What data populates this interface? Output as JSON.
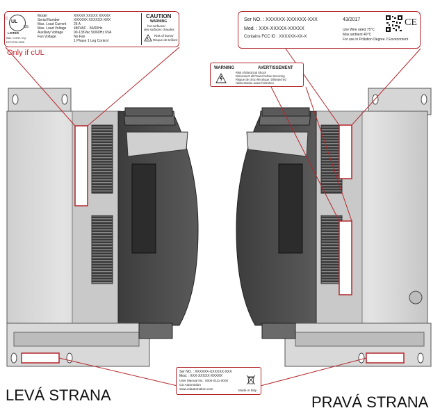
{
  "colors": {
    "accent_red": "#b3262b",
    "device_dark": "#4a4a4a",
    "device_light": "#d9d9d9"
  },
  "cul_label": {
    "logo_lines": [
      "C",
      "UL",
      "US",
      "LISTED",
      "IND. CONT. EQ.",
      "E273739-2005"
    ],
    "rows": [
      {
        "key": "Model",
        "value": "XXXXX XXXXX XXXXX"
      },
      {
        "key": "Serial Number",
        "value": "XXXXXX XXXXXX-XXX"
      },
      {
        "key": "Max. Load Current",
        "value": "25 A"
      },
      {
        "key": "Max. Load Voltage",
        "value": "480VAC - 50/60Hz"
      },
      {
        "key": "Auxiliary Voltage",
        "value": "90-135Vac 50/60Hz 6VA"
      },
      {
        "key": "Fan Voltage",
        "value": "No Fan"
      },
      {
        "key": "",
        "value": "1 Phase 1 Leg Control"
      }
    ],
    "caution_title": "CAUTION",
    "caution_sub": "WARNING",
    "caution_lines": [
      "hot surfaces/",
      "des surfaces chaudes"
    ],
    "burn_lines": [
      "Risk of burns/",
      "Risque de brûlure"
    ]
  },
  "only_note": "Only if cUL",
  "serial_label": {
    "ser_no": "Ser NO.  : XXXXXX-XXXXXX-XXX",
    "date": "43/2017",
    "mod": "Mod.      : XXX-XXXXX-XXXXX",
    "fcc": "Contains FCC ID : XXXXXX-XX-X",
    "wire": "Use Wire rated 75°C",
    "ambient": "Max ambient 40°C",
    "pollution": "For use in Pollution Degree 2 Environment",
    "ce": "CE"
  },
  "warning_label": {
    "warning": "WARNING",
    "avertissement": "AVERTISSEMENT",
    "lines": [
      "Risk of Electrical Shock",
      "Disconnect all Power before Servicing",
      "Risque de choc électrique. Débranchez",
      "l'alimentation avant l'entretien"
    ]
  },
  "bottom_label": {
    "ser_no": "Ser NO.  : XXXXXX-XXXXXX-XXX",
    "mod": "Mod.      : XXX-XXXXX-XXXXX",
    "manual": "User Manual No.: 0000-0111-0000",
    "company": "CD Automation",
    "web": "www.cdautomation.com",
    "made_in": "Made in Italy"
  },
  "left_title": "LEVÁ STRANA",
  "right_title": "PRAVÁ STRANA"
}
